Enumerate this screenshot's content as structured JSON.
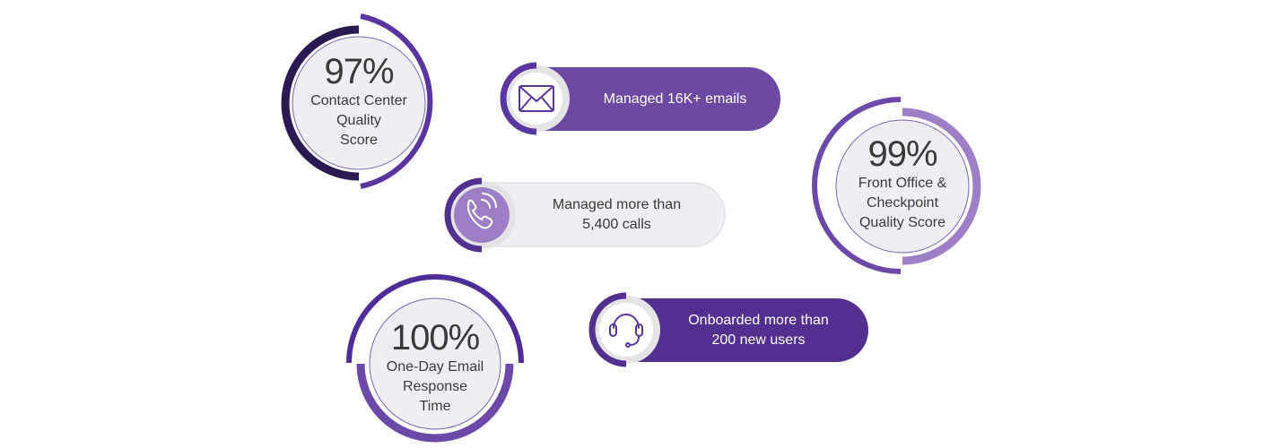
{
  "colors": {
    "deep_purple": "#2b1a52",
    "purple": "#5a36a0",
    "mid_purple": "#6b49a8",
    "light_purple": "#9d7fc6",
    "pill_purple_email": "#6c4aa3",
    "pill_purple_users": "#52308f",
    "pill_gray": "#efeef2",
    "ring_gray": "#e4e3e6",
    "circle_fill": "#efeef2"
  },
  "stats": [
    {
      "value": "97%",
      "label_lines": [
        "Contact Center",
        "Quality",
        "Score"
      ]
    },
    {
      "value": "99%",
      "label_lines": [
        "Front Office &",
        "Checkpoint",
        "Quality Score"
      ]
    },
    {
      "value": "100%",
      "label_lines": [
        "One-Day Email",
        "Response",
        "Time"
      ]
    }
  ],
  "pills": [
    {
      "icon": "envelope-icon",
      "text_lines": [
        "Managed 16K+ emails"
      ]
    },
    {
      "icon": "phone-icon",
      "text_lines": [
        "Managed more than",
        "5,400 calls"
      ]
    },
    {
      "icon": "headset-icon",
      "text_lines": [
        "Onboarded more than",
        "200 new users"
      ]
    }
  ]
}
